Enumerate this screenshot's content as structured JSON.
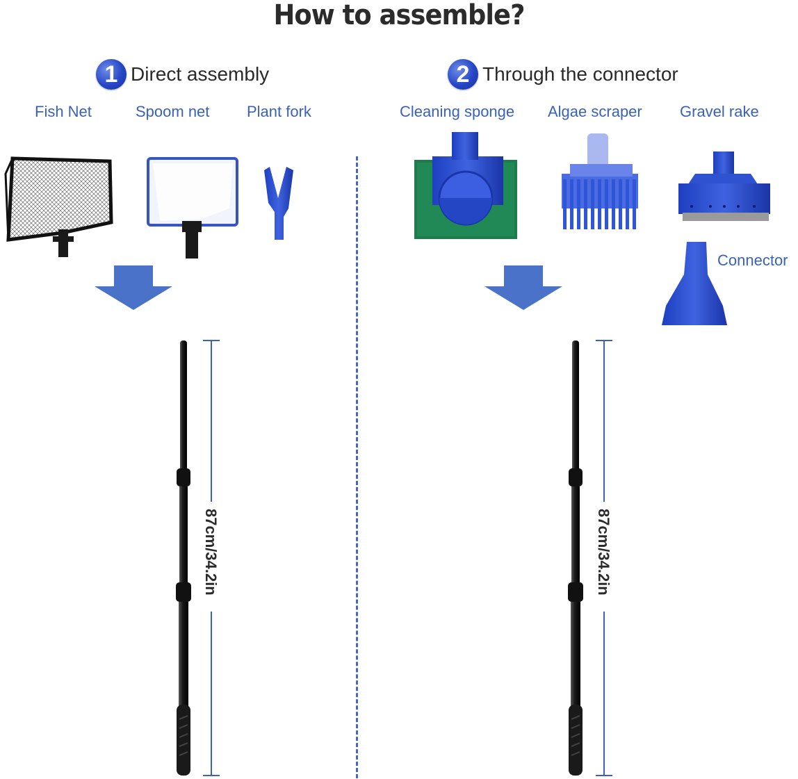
{
  "title": "How to assemble?",
  "step1": {
    "number": "1",
    "label": "Direct assembly"
  },
  "step2": {
    "number": "2",
    "label": "Through the connector"
  },
  "step1_items": [
    "Fish Net",
    "Spoom net",
    "Plant fork"
  ],
  "step2_items": [
    "Cleaning sponge",
    "Algae scraper",
    "Gravel rake"
  ],
  "connector_label": "Connector",
  "pole_length": "87cm/34.2in",
  "colors": {
    "accent_blue": "#2547c7",
    "label_blue": "#3a62b6",
    "arrow_blue": "#4a72c9",
    "pole_black": "#1a1a1a"
  }
}
